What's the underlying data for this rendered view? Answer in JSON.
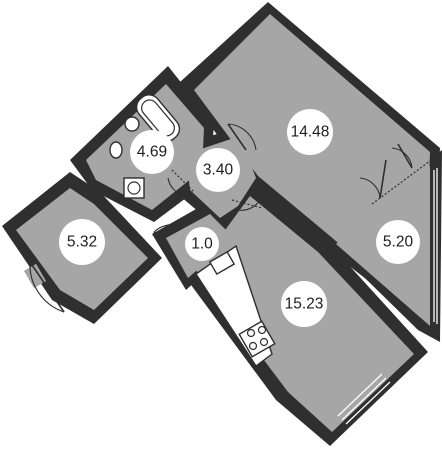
{
  "plan": {
    "rooms": [
      {
        "id": "living-room",
        "area": "14.48"
      },
      {
        "id": "bathroom",
        "area": "4.69"
      },
      {
        "id": "hallway",
        "area": "3.40"
      },
      {
        "id": "balcony",
        "area": "5.32"
      },
      {
        "id": "wc",
        "area": "1.0"
      },
      {
        "id": "kitchen",
        "area": "15.23"
      },
      {
        "id": "loggia",
        "area": "5.20"
      }
    ],
    "colors": {
      "floor": "#a6a6a6",
      "wall": "#2f2f2f",
      "badge": "#ffffff",
      "background": "#ffffff"
    }
  }
}
